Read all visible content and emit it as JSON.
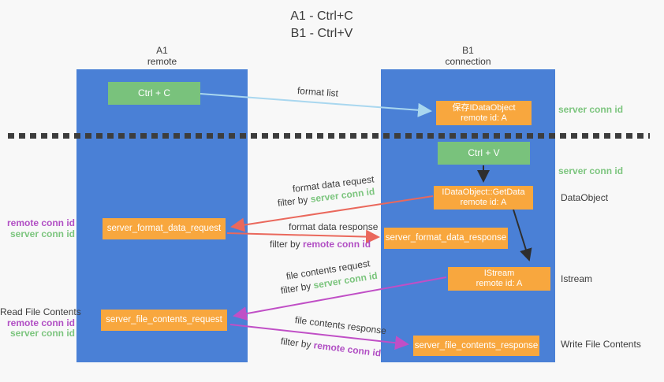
{
  "title": {
    "line1": "A1 - Ctrl+C",
    "line2": "B1 - Ctrl+V"
  },
  "columns": {
    "left": {
      "name": "A1",
      "subtitle": "remote"
    },
    "right": {
      "name": "B1",
      "subtitle": "connection"
    }
  },
  "nodes": {
    "ctrl_c": "Ctrl + C",
    "ctrl_v": "Ctrl + V",
    "save_idataobject": {
      "line1": "保存IDataObject",
      "line2": "remote id: A"
    },
    "getdata": {
      "line1": "IDataObject::GetData",
      "line2": "remote id: A"
    },
    "istream": {
      "line1": "IStream",
      "line2": "remote id: A"
    },
    "format_request": "server_format_data_request",
    "format_response": "server_format_data_response",
    "file_request": "server_file_contents_request",
    "file_response": "server_file_contents_response"
  },
  "arrow_labels": {
    "format_list": "format list",
    "format_data_request": "format data request",
    "format_data_response": "format data response",
    "file_contents_request": "file contents request",
    "file_contents_response": "file contents response",
    "filter_by": "filter by",
    "server_conn_id": "server conn id",
    "remote_conn_id": "remote conn id"
  },
  "side_labels": {
    "right_server_conn_id_top": "server conn id",
    "right_server_conn_id_mid": "server conn id",
    "dataobject": "DataObject",
    "istream": "Istream",
    "write_file_contents": "Write File Contents",
    "read_file_contents": "Read File Contents",
    "left_remote_conn_id_1": "remote conn id",
    "left_server_conn_id_1": "server conn id",
    "left_remote_conn_id_2": "remote conn id",
    "left_server_conn_id_2": "server conn id"
  },
  "colors": {
    "page_background": "#f8f8f8",
    "column_blue": "#4a80d6",
    "box_green": "#79c27c",
    "box_orange": "#f8a73e",
    "text_green": "#7cc57e",
    "text_purple": "#b14fc4",
    "arrow_blue": "#a9d7ef",
    "arrow_red": "#ea685c",
    "arrow_magenta": "#c04fc6",
    "arrow_black": "#2e2e2e"
  }
}
